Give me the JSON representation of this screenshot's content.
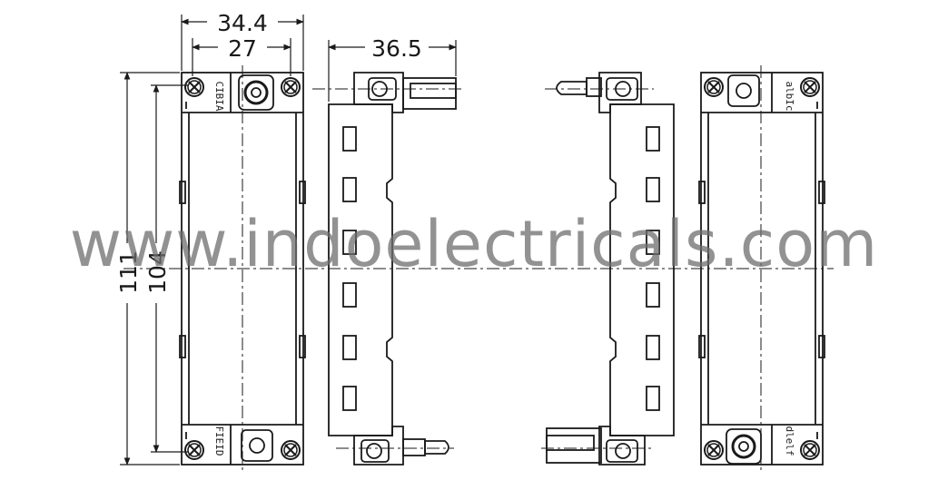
{
  "dimensions": {
    "outer_width": "34.4",
    "inner_width": "27",
    "depth": "36.5",
    "outer_height": "111",
    "inner_height": "104"
  },
  "labels": {
    "top_left": "CIBIA",
    "bottom_left": "FIEID",
    "top_right": "albIc",
    "bottom_right": "dlelf"
  },
  "watermark": "www.indoelectricals.com",
  "colors": {
    "line": "#1a1a1a",
    "watermark": "#6e6e6e"
  }
}
